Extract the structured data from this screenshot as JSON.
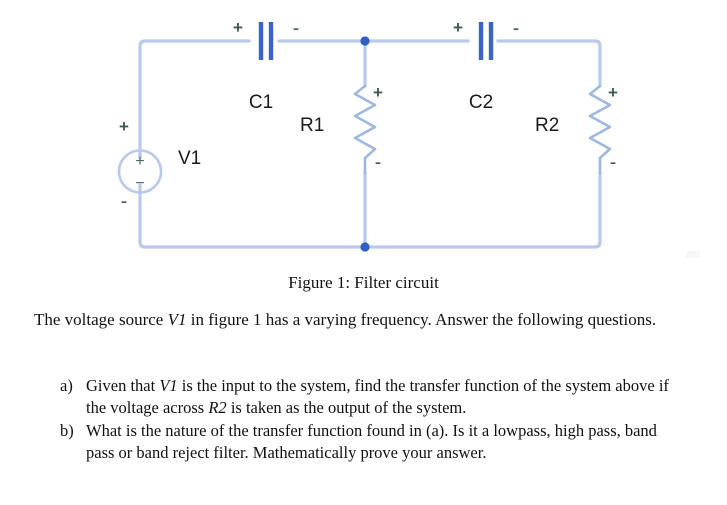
{
  "figure": {
    "caption": "Figure 1: Filter circuit",
    "components": {
      "source": {
        "name": "V1",
        "plus": "+",
        "minus": "˗",
        "inner_plus": "+",
        "inner_minus": "−"
      },
      "c1": {
        "name": "C1",
        "plus": "+",
        "minus": "˗"
      },
      "r1": {
        "name": "R1",
        "plus": "+",
        "minus": "˗"
      },
      "c2": {
        "name": "C2",
        "plus": "+",
        "minus": "˗"
      },
      "r2": {
        "name": "R2",
        "plus": "+",
        "minus": "˗"
      }
    },
    "colors": {
      "wire": "#b8c9ec",
      "component": "#9fb8e0",
      "node": "#2f5fc4",
      "capacitor_plate": "#3a63c8",
      "polarity": "#3f5a52"
    }
  },
  "body": {
    "intro_part1": "The voltage source ",
    "intro_var": "V1",
    "intro_part2": " in figure 1 has a varying frequency. Answer the following questions."
  },
  "questions": [
    {
      "marker": "a)",
      "segments": [
        {
          "text": "Given that ",
          "italic": false
        },
        {
          "text": "V1",
          "italic": true
        },
        {
          "text": " is the input to the system, find the transfer function of the system above if the voltage across ",
          "italic": false
        },
        {
          "text": "R2",
          "italic": true
        },
        {
          "text": " is taken as the output of the system.",
          "italic": false
        }
      ]
    },
    {
      "marker": "b)",
      "segments": [
        {
          "text": "What is the nature of the transfer function found in (a). Is it a lowpass, high pass, band pass or band reject filter. Mathematically prove your answer.",
          "italic": false
        }
      ]
    }
  ]
}
